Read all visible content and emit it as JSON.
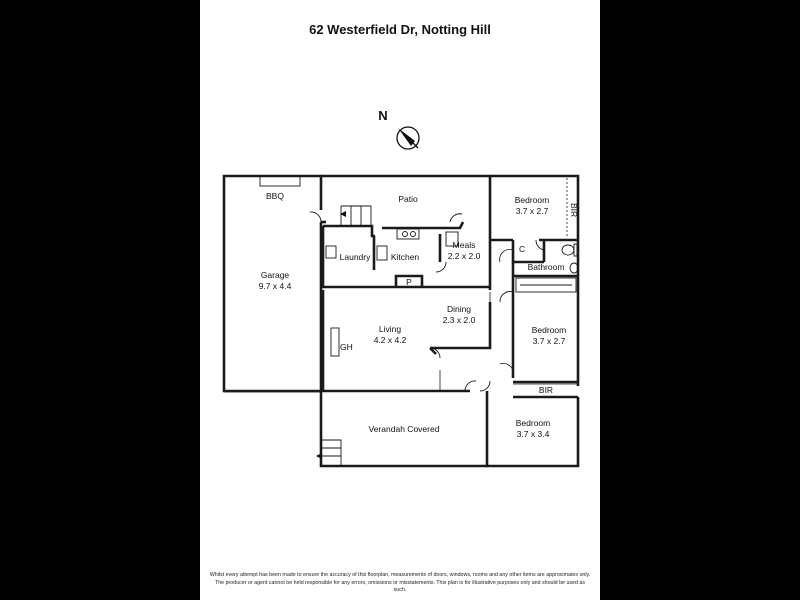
{
  "title": "62 Westerfield Dr, Notting Hill",
  "north_label": "N",
  "rooms": {
    "garage": {
      "name": "Garage",
      "size": "9.7 x 4.4"
    },
    "bbq": {
      "name": "BBQ"
    },
    "patio": {
      "name": "Patio"
    },
    "laundry": {
      "name": "Laundry"
    },
    "kitchen": {
      "name": "Kitchen"
    },
    "pantry": {
      "name": "P"
    },
    "meals": {
      "name": "Meals",
      "size": "2.2 x 2.0"
    },
    "dining": {
      "name": "Dining",
      "size": "2.3 x 2.0"
    },
    "living": {
      "name": "Living",
      "size": "4.2 x 4.2"
    },
    "gas_heater": {
      "name": "GH"
    },
    "bedroom1": {
      "name": "Bedroom",
      "size": "3.7 x 2.7"
    },
    "bir1": {
      "name": "BIR"
    },
    "closet": {
      "name": "C"
    },
    "bathroom": {
      "name": "Bathroom"
    },
    "bedroom2": {
      "name": "Bedroom",
      "size": "3.7 x 2.7"
    },
    "bir2": {
      "name": "BIR"
    },
    "bedroom3": {
      "name": "Bedroom",
      "size": "3.7 x 3.4"
    },
    "verandah": {
      "name": "Verandah Covered"
    }
  },
  "disclaimer": {
    "line1": "Whilst every attempt has been made to ensure the accuracy of this floorplan, measurements of doors, windows, rooms and any other items are approximates only.",
    "line2": "The producer or agent cannot be held responsible for any errors, omissions or misstatements. This plan is for illustrative purposes only and should be used as such."
  }
}
